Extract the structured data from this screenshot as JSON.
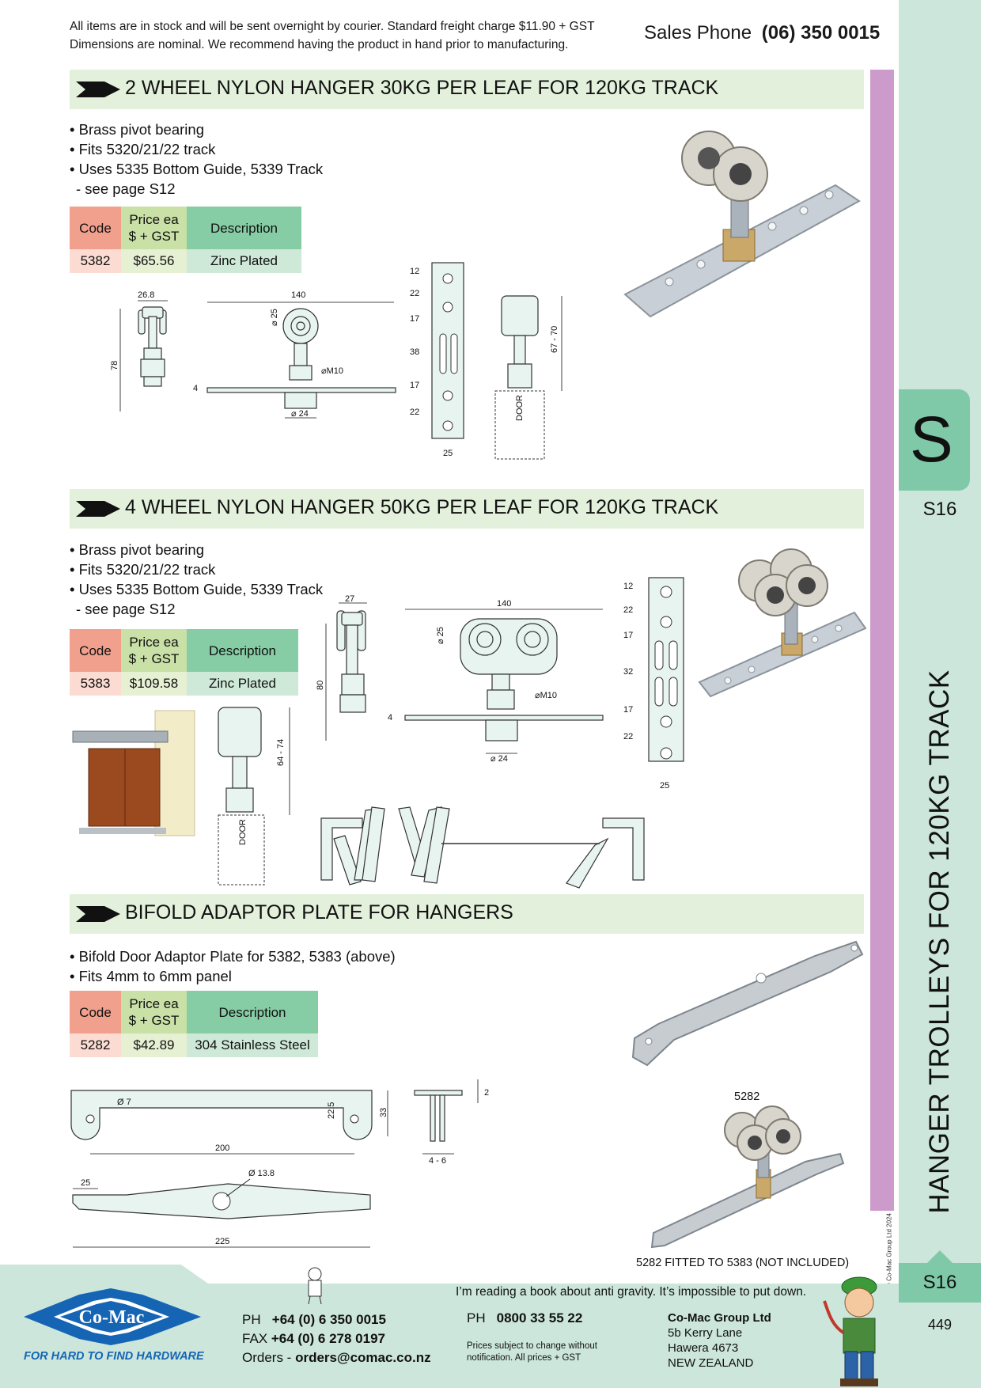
{
  "header": {
    "notice_line1": "All items are in stock and will be sent overnight by courier. Standard freight charge $11.90 + GST",
    "notice_line2": "Dimensions are nominal. We recommend having the product in hand prior to manufacturing.",
    "sales_label": "Sales Phone",
    "sales_phone": "(06) 350 0015"
  },
  "rail": {
    "section_letter": "S",
    "page_code_top": "S16",
    "vertical_title": "HANGER TROLLEYS FOR 120KG TRACK",
    "copyright": "© Co-Mac Group Ltd 2024",
    "page_code_bottom": "S16",
    "page_number": "449"
  },
  "sections": [
    {
      "title": "2 WHEEL NYLON HANGER 30KG PER LEAF FOR 120KG TRACK",
      "bullets": [
        "Brass pivot bearing",
        "Fits 5320/21/22 track",
        "Uses 5335 Bottom Guide, 5339 Track"
      ],
      "bullet_sub": "- see page S12",
      "table": {
        "headers": [
          "Code",
          "Price ea",
          "$ + GST",
          "Description"
        ],
        "rows": [
          {
            "code": "5382",
            "price": "$65.56",
            "description": "Zinc Plated"
          }
        ]
      },
      "dims": {
        "width_top": "26.8",
        "height": "78",
        "length": "140",
        "wheel": "⌀ 25",
        "thread": "⌀M10",
        "plate_thick": "4",
        "bearing": "⌀ 24",
        "holes": [
          "12",
          "22",
          "17",
          "38",
          "17",
          "22"
        ],
        "plate_width": "25",
        "door_range": "67 - 70",
        "door_label": "DOOR"
      }
    },
    {
      "title": "4 WHEEL NYLON HANGER 50KG PER LEAF FOR 120KG TRACK",
      "bullets": [
        "Brass pivot bearing",
        "Fits 5320/21/22 track",
        "Uses 5335 Bottom Guide, 5339 Track"
      ],
      "bullet_sub": "- see page S12",
      "table": {
        "headers": [
          "Code",
          "Price ea",
          "$ + GST",
          "Description"
        ],
        "rows": [
          {
            "code": "5383",
            "price": "$109.58",
            "description": "Zinc Plated"
          }
        ]
      },
      "dims": {
        "width_top": "27",
        "height": "80",
        "length": "140",
        "wheel": "⌀ 25",
        "thread": "⌀M10",
        "plate_thick": "4",
        "bearing": "⌀ 24",
        "holes": [
          "12",
          "22",
          "17",
          "32",
          "17",
          "22"
        ],
        "plate_width": "25",
        "door_range": "64 - 74",
        "door_label": "DOOR"
      }
    },
    {
      "title": "BIFOLD ADAPTOR PLATE FOR HANGERS",
      "bullets": [
        "Bifold Door Adaptor Plate for 5382, 5383 (above)",
        "Fits 4mm to 6mm panel"
      ],
      "table": {
        "headers": [
          "Code",
          "Price ea",
          "$ + GST",
          "Description"
        ],
        "rows": [
          {
            "code": "5282",
            "price": "$42.89",
            "description": "304 Stainless Steel"
          }
        ]
      },
      "dims": {
        "hole": "Ø 7",
        "height_inner": "22.5",
        "height": "33",
        "hole_spacing": "200",
        "flange": "2",
        "panel": "4 - 6",
        "centre_hole": "Ø 13.8",
        "end": "25",
        "length": "225"
      },
      "label_5282": "5282",
      "caption": "5282 FITTED TO 5383 (NOT INCLUDED)"
    }
  ],
  "footer": {
    "joke": "I’m reading a book about anti gravity. It’s impossible to put down.",
    "logo_text": "Co-Mac",
    "tagline": "FOR HARD TO FIND HARDWARE",
    "ph_label": "PH",
    "ph": "+64 (0) 6 350 0015",
    "fax_label": "FAX",
    "fax": "+64 (0) 6 278 0197",
    "orders_label": "Orders -",
    "orders": "orders@comac.co.nz",
    "ph2_label": "PH",
    "ph2": "0800 33 55 22",
    "prices_note1": "Prices subject to change without",
    "prices_note2": "notification. All prices + GST",
    "company": "Co-Mac Group Ltd",
    "addr1": "5b Kerry Lane",
    "addr2": "Hawera 4673",
    "addr3": "NEW ZEALAND"
  },
  "colors": {
    "rail": "#cce6dc",
    "rail_pink": "#cc9acb",
    "tab": "#7fc9a8",
    "banner": "#e3f1dc",
    "code_header": "#f0a08c",
    "price_header": "#c9e0a6",
    "desc_header": "#86cca4",
    "logo_blue": "#1565b4"
  }
}
